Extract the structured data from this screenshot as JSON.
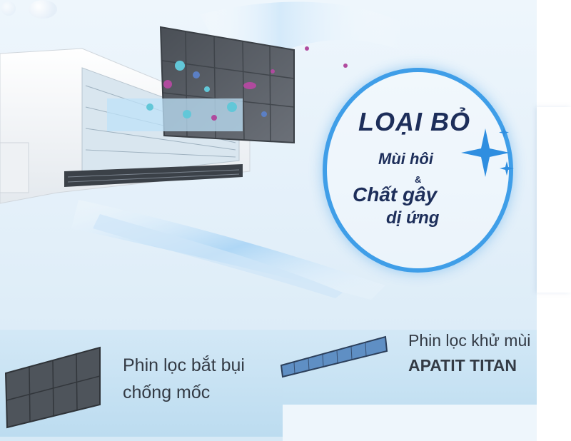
{
  "headline": "LOẠI BỎ",
  "line1": "Mùi hôi",
  "ampersand": "&",
  "line2": "Chất gây",
  "line3": "dị ứng",
  "filter_dust": {
    "line1": "Phin lọc bắt bụi",
    "line2": "chống mốc"
  },
  "filter_deodorize": {
    "line1": "Phin lọc khử mùi",
    "line2": "APATIT TITAN"
  },
  "colors": {
    "ring": "#3f9ee8",
    "text_dark": "#1d2e5a",
    "label": "#333a44",
    "sparkle": "#2f8ee0"
  },
  "icons": [
    "sparkle-icon",
    "air-conditioner-illustration",
    "filter-mesh-icon",
    "filter-strip-icon"
  ]
}
